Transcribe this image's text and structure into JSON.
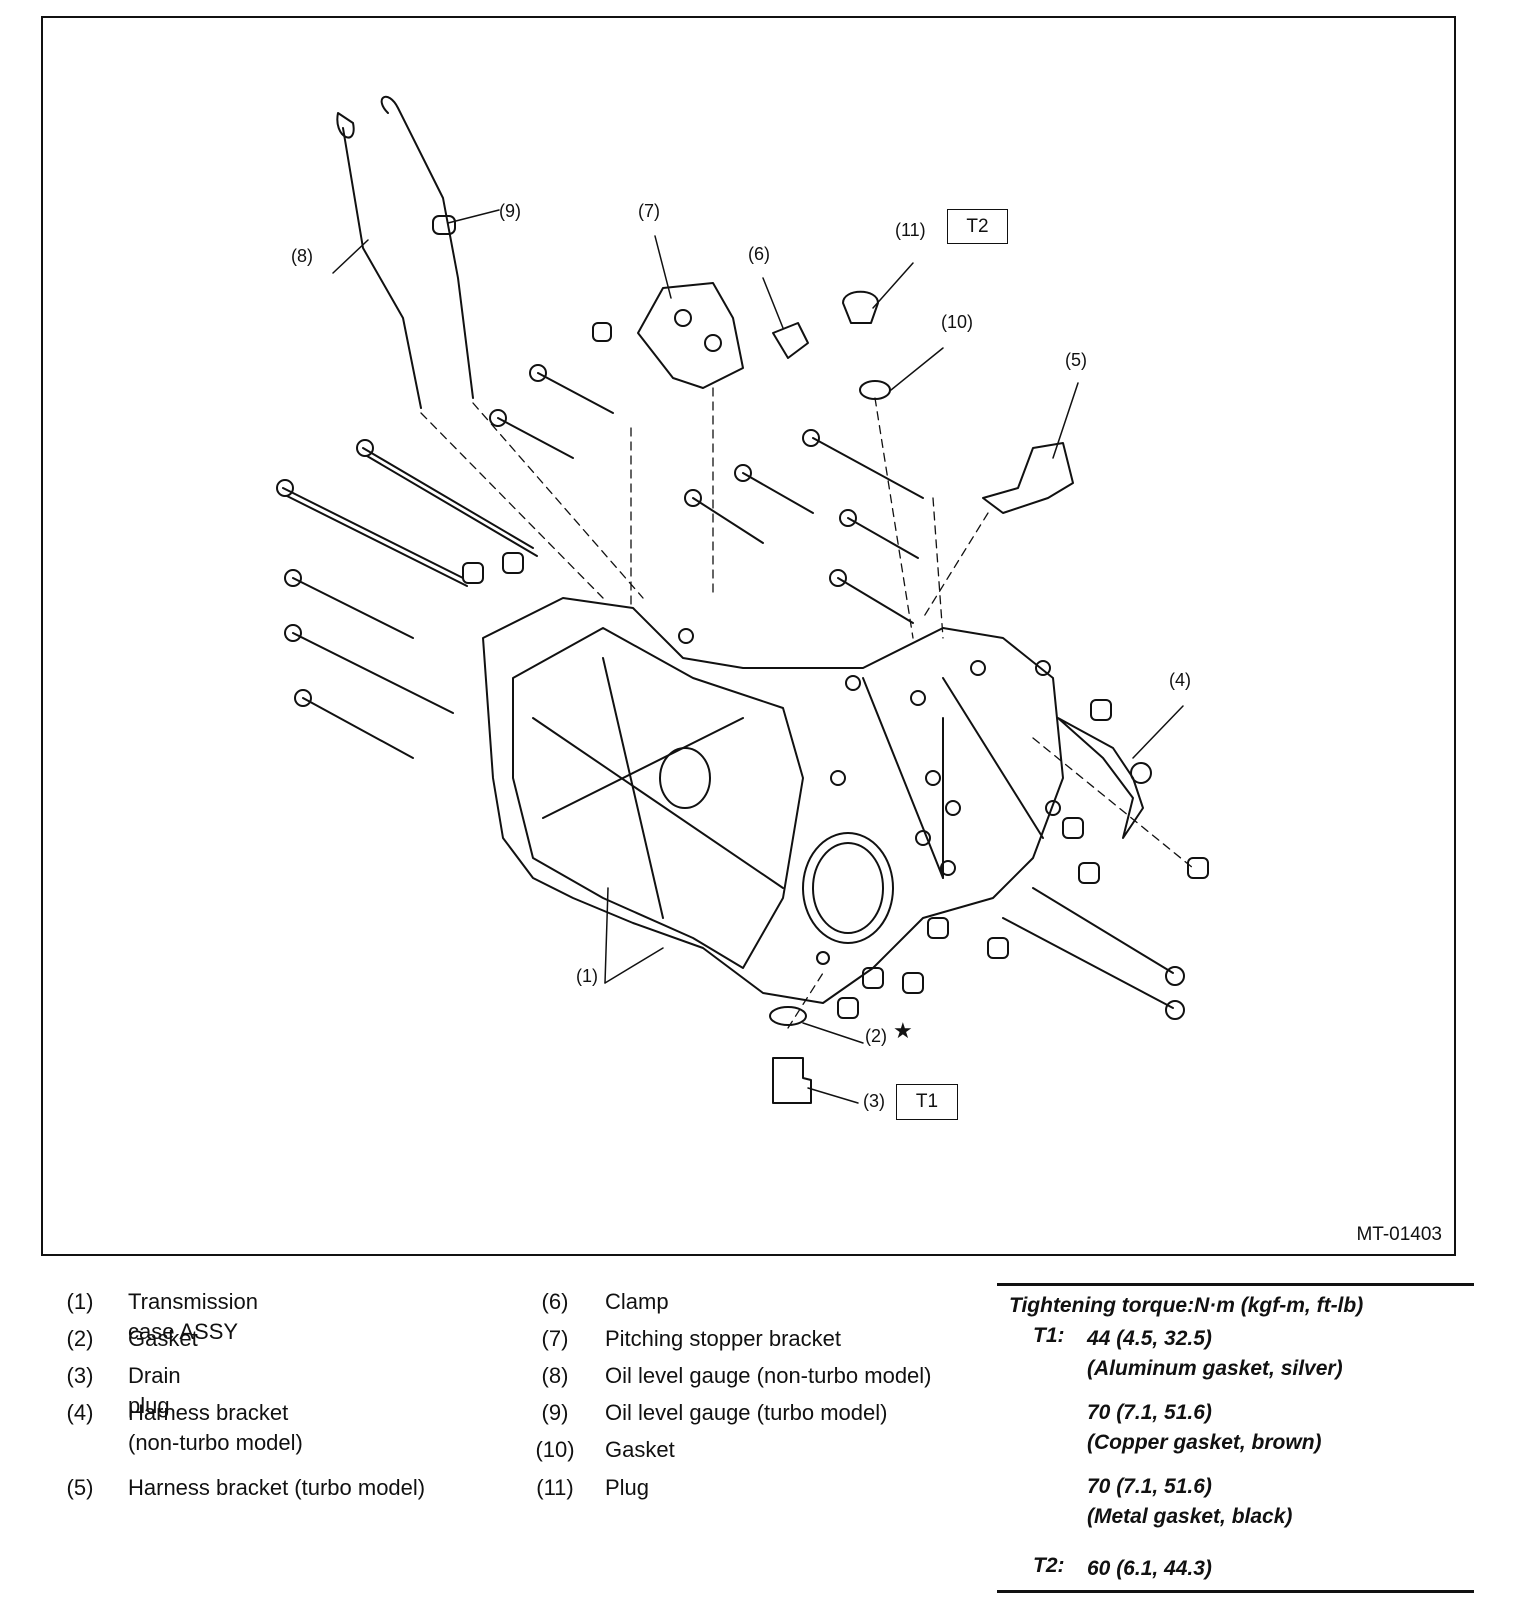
{
  "figure_id": "MT-01403",
  "callouts": {
    "c1": "(1)",
    "c2": "(2)",
    "c2_mark": "★",
    "c3": "(3)",
    "c4": "(4)",
    "c5": "(5)",
    "c6": "(6)",
    "c7": "(7)",
    "c8": "(8)",
    "c9": "(9)",
    "c10": "(10)",
    "c11": "(11)",
    "t1_box": "T1",
    "t2_box": "T2"
  },
  "legend": [
    {
      "num": "(1)",
      "text": "Transmission case ASSY"
    },
    {
      "num": "(2)",
      "text": "Gasket"
    },
    {
      "num": "(3)",
      "text": "Drain plug"
    },
    {
      "num": "(4)",
      "text": "Harness bracket\n(non-turbo model)"
    },
    {
      "num": "(5)",
      "text": "Harness bracket (turbo model)"
    },
    {
      "num": "(6)",
      "text": "Clamp"
    },
    {
      "num": "(7)",
      "text": "Pitching stopper bracket"
    },
    {
      "num": "(8)",
      "text": "Oil level gauge (non-turbo model)"
    },
    {
      "num": "(9)",
      "text": "Oil level gauge (turbo model)"
    },
    {
      "num": "(10)",
      "text": "Gasket"
    },
    {
      "num": "(11)",
      "text": "Plug"
    }
  ],
  "torque": {
    "header": "Tightening torque:N·m (kgf-m, ft-lb)",
    "t1_key": "T1:",
    "t1_val1": "44 (4.5, 32.5)\n(Aluminum gasket, silver)",
    "t1_val2": "70 (7.1, 51.6)\n(Copper gasket, brown)",
    "t1_val3": "70 (7.1, 51.6)\n(Metal gasket, black)",
    "t2_key": "T2:",
    "t2_val": "60 (6.1, 44.3)"
  }
}
